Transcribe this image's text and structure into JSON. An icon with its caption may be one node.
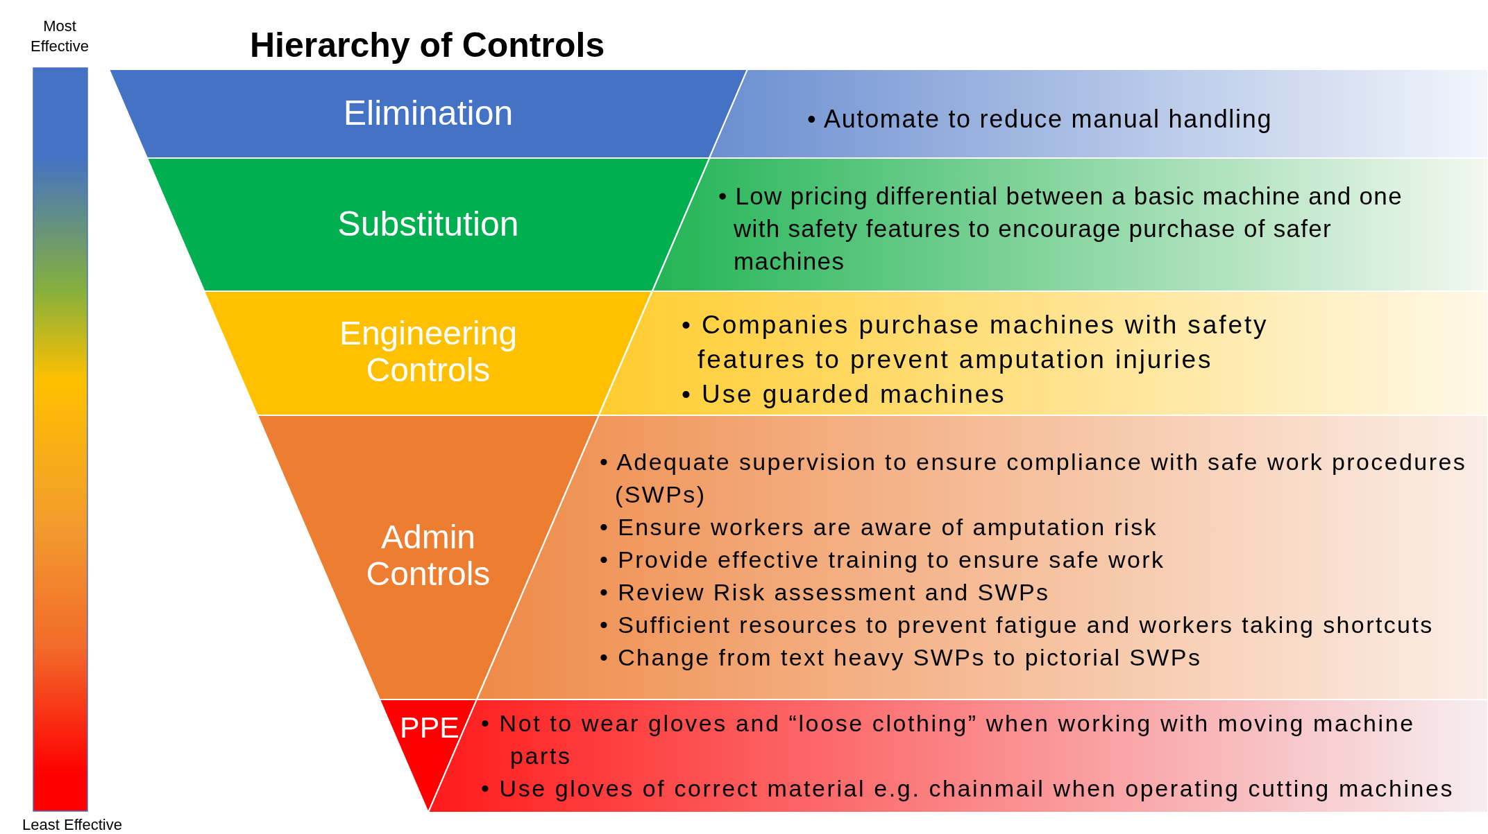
{
  "diagram": {
    "title": "Hierarchy of Controls",
    "nodes": [
      {
        "text": [],
        "shape": "bar"
      },
      {
        "text": [
          "Elimination"
        ]
      },
      {
        "text": [
          "• Automate to reduce manual handling"
        ]
      },
      {
        "text": [
          "Substitution"
        ]
      },
      {
        "text": [
          "• Low pricing differential between a basic machine and one with safety features to encourage purchase of safer machines"
        ]
      },
      {
        "text": [
          "Engineering Controls"
        ]
      },
      {
        "text": [
          "• Companies purchase machines with safety features to prevent amputation injuries",
          "• Use guarded machines"
        ]
      },
      {
        "text": [
          "Admin Controls"
        ]
      },
      {
        "text": [
          "• Adequate supervision to ensure compliance with safe work procedures (SWPs)",
          "• Ensure workers are aware of amputation risk",
          "• Provide effective training to ensure safe work",
          "• Review Risk assessment and SWPs",
          "• Sufficient resources to prevent fatigue and workers taking shortcuts",
          "• Change from text heavy SWPs to pictorial SWPs"
        ]
      },
      {
        "text": [
          "PPE"
        ]
      },
      {
        "text": [
          "• Not to wear gloves and “loose clothing” when working with moving machine parts",
          "• Use gloves of correct material e.g. chainmail when operating cutting machines"
        ]
      }
    ],
    "labels": [
      "Most Effective",
      "Least Effective"
    ]
  }
}
